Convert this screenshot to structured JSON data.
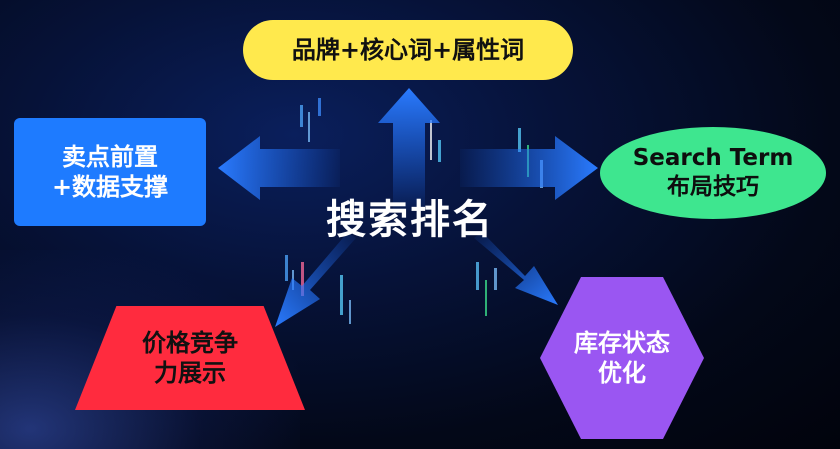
{
  "center": {
    "title": "搜索排名"
  },
  "nodes": {
    "top": {
      "label": "品牌+核心词+属性词",
      "color": "#ffe94d"
    },
    "left": {
      "line1": "卖点前置",
      "line2": "+数据支撑",
      "color": "#1e7bff"
    },
    "right": {
      "line1": "Search Term",
      "line2": "布局技巧",
      "color": "#3ee68f"
    },
    "bottom_left": {
      "line1": "价格竞争",
      "line2": "力展示",
      "color": "#ff2b3e"
    },
    "bottom_right": {
      "line1": "库存状态",
      "line2": "优化",
      "color": "#9a56f2"
    }
  },
  "arrow_color": "#1e6fff",
  "background_color": "#061238"
}
